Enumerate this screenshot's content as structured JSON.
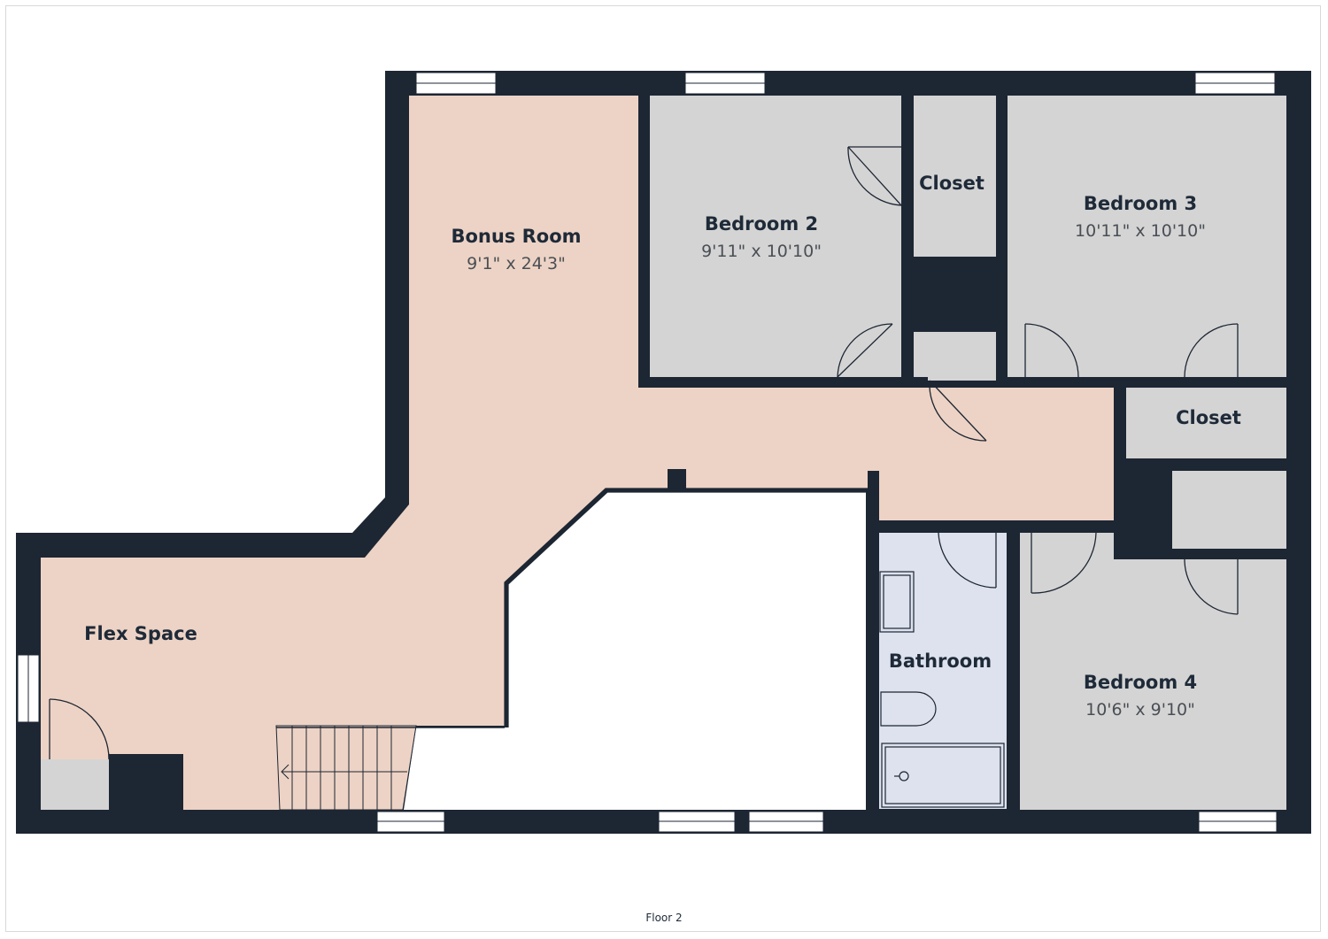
{
  "floor_label": "Floor 2",
  "rooms": {
    "bonus_room": {
      "name": "Bonus Room",
      "dims": "9'1\" x 24'3\""
    },
    "bedroom_2": {
      "name": "Bedroom 2",
      "dims": "9'11\" x 10'10\""
    },
    "closet_1": {
      "name": "Closet"
    },
    "bedroom_3": {
      "name": "Bedroom 3",
      "dims": "10'11\" x 10'10\""
    },
    "closet_2": {
      "name": "Closet"
    },
    "flex_space": {
      "name": "Flex Space"
    },
    "bathroom": {
      "name": "Bathroom"
    },
    "bedroom_4": {
      "name": "Bedroom 4",
      "dims": "10'6\" x 9'10\""
    }
  },
  "colors": {
    "wall": "#1d2633",
    "living": "#edd3c5",
    "bedroom": "#d4d4d4",
    "bathroom": "#dde2ee",
    "window": "#ffffff"
  }
}
